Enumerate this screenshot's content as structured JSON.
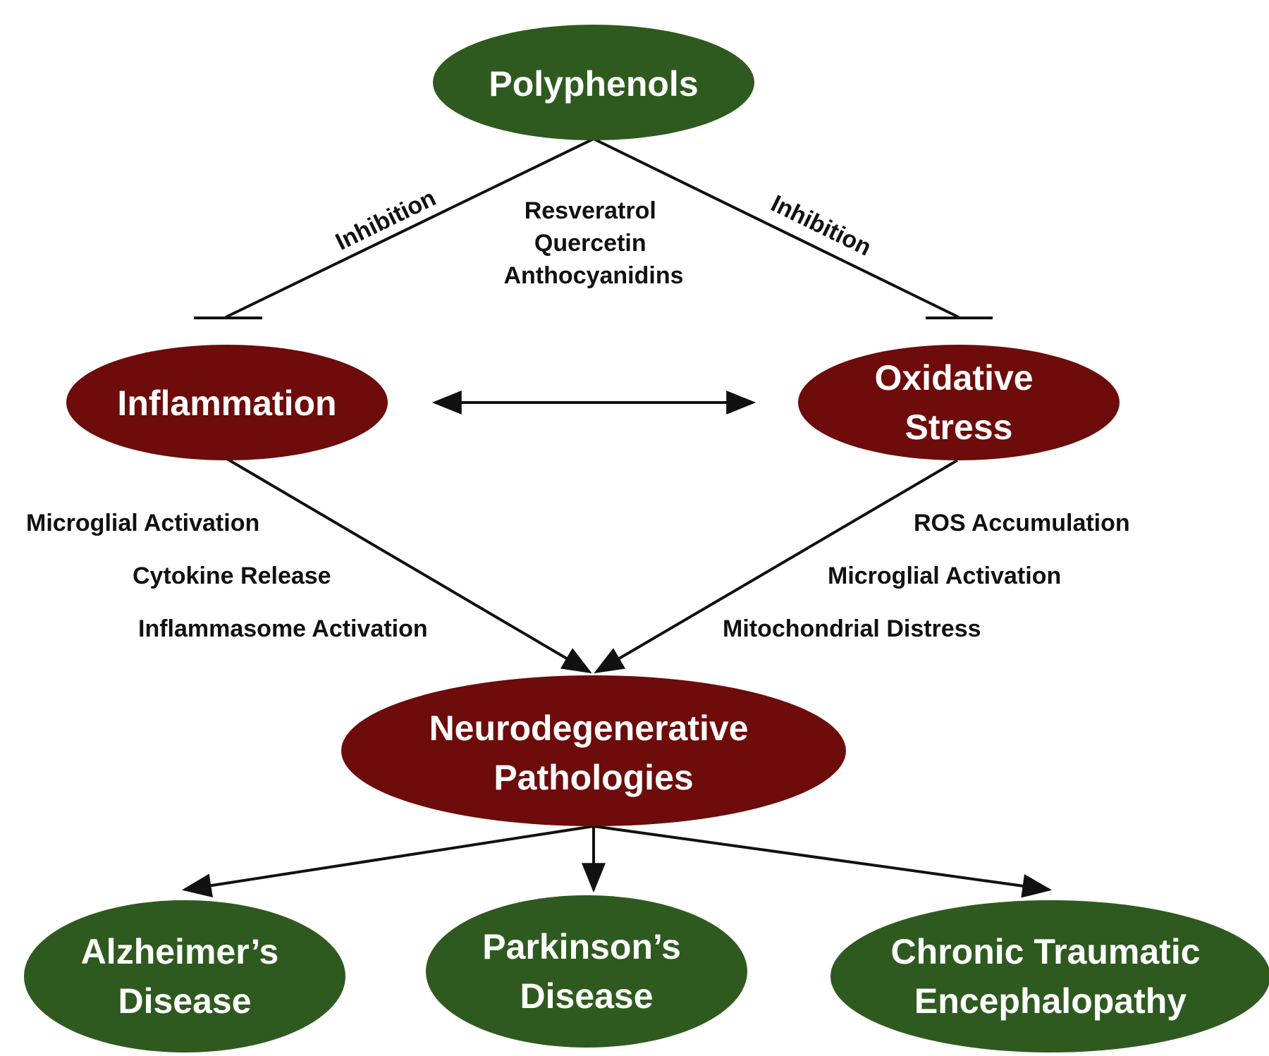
{
  "colors": {
    "green_node": "#2f5a1f",
    "red_node": "#6e0b0b",
    "line": "#111111",
    "node_text": "#ffffff",
    "label_text": "#111111"
  },
  "nodes": {
    "polyphenols": {
      "lines": [
        "Polyphenols"
      ],
      "color": "green"
    },
    "inflammation": {
      "lines": [
        "Inflammation"
      ],
      "color": "red"
    },
    "oxidative_stress": {
      "lines": [
        "Oxidative",
        "Stress"
      ],
      "color": "red"
    },
    "neurodegenerative": {
      "lines": [
        "Neurodegenerative",
        "Pathologies"
      ],
      "color": "red"
    },
    "alzheimers": {
      "lines": [
        "Alzheimer’s",
        "Disease"
      ],
      "color": "green"
    },
    "parkinsons": {
      "lines": [
        "Parkinson’s",
        "Disease"
      ],
      "color": "green"
    },
    "cte": {
      "lines": [
        "Chronic Traumatic",
        "Encephalopathy"
      ],
      "color": "green"
    }
  },
  "edges": {
    "inhibition_left": {
      "label": "Inhibition",
      "kind": "inhibition"
    },
    "inhibition_right": {
      "label": "Inhibition",
      "kind": "inhibition"
    },
    "inflammation_oxidative": {
      "label": "",
      "kind": "bidirectional"
    },
    "inflammation_neuro": {
      "label": "",
      "kind": "activation"
    },
    "oxidative_neuro": {
      "label": "",
      "kind": "activation"
    },
    "neuro_alzheimers": {
      "label": "",
      "kind": "activation"
    },
    "neuro_parkinsons": {
      "label": "",
      "kind": "activation"
    },
    "neuro_cte": {
      "label": "",
      "kind": "activation"
    }
  },
  "polyphenol_examples": [
    "Resveratrol",
    "Quercetin",
    "Anthocyanidins"
  ],
  "inflammation_mechanisms": [
    "Microglial Activation",
    "Cytokine Release",
    "Inflammasome Activation"
  ],
  "oxidative_mechanisms": [
    "ROS Accumulation",
    "Microglial Activation",
    "Mitochondrial Distress"
  ]
}
